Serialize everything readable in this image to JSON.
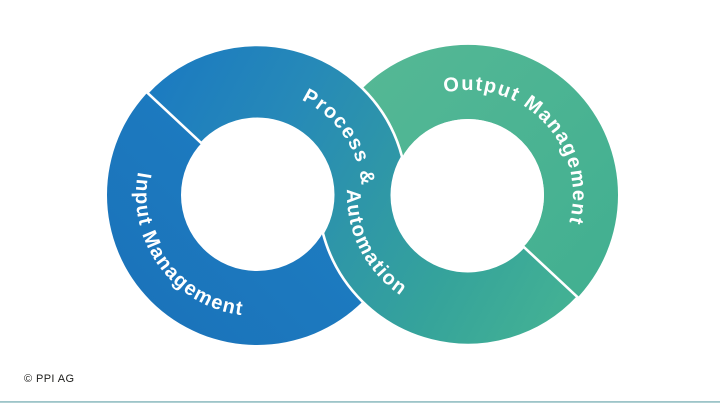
{
  "diagram": {
    "type": "infinity-loop",
    "labels": {
      "input": "Input Management",
      "process": "Process &",
      "automation": "Automation",
      "output": "Output Management"
    },
    "colors": {
      "input_blue": "#1b77be",
      "process_teal": "#2e96a8",
      "output_green": "#47b493",
      "divider_white": "#ffffff"
    }
  },
  "footer": {
    "copyright": "© PPI AG",
    "rule_color": "#9dc4c8"
  }
}
